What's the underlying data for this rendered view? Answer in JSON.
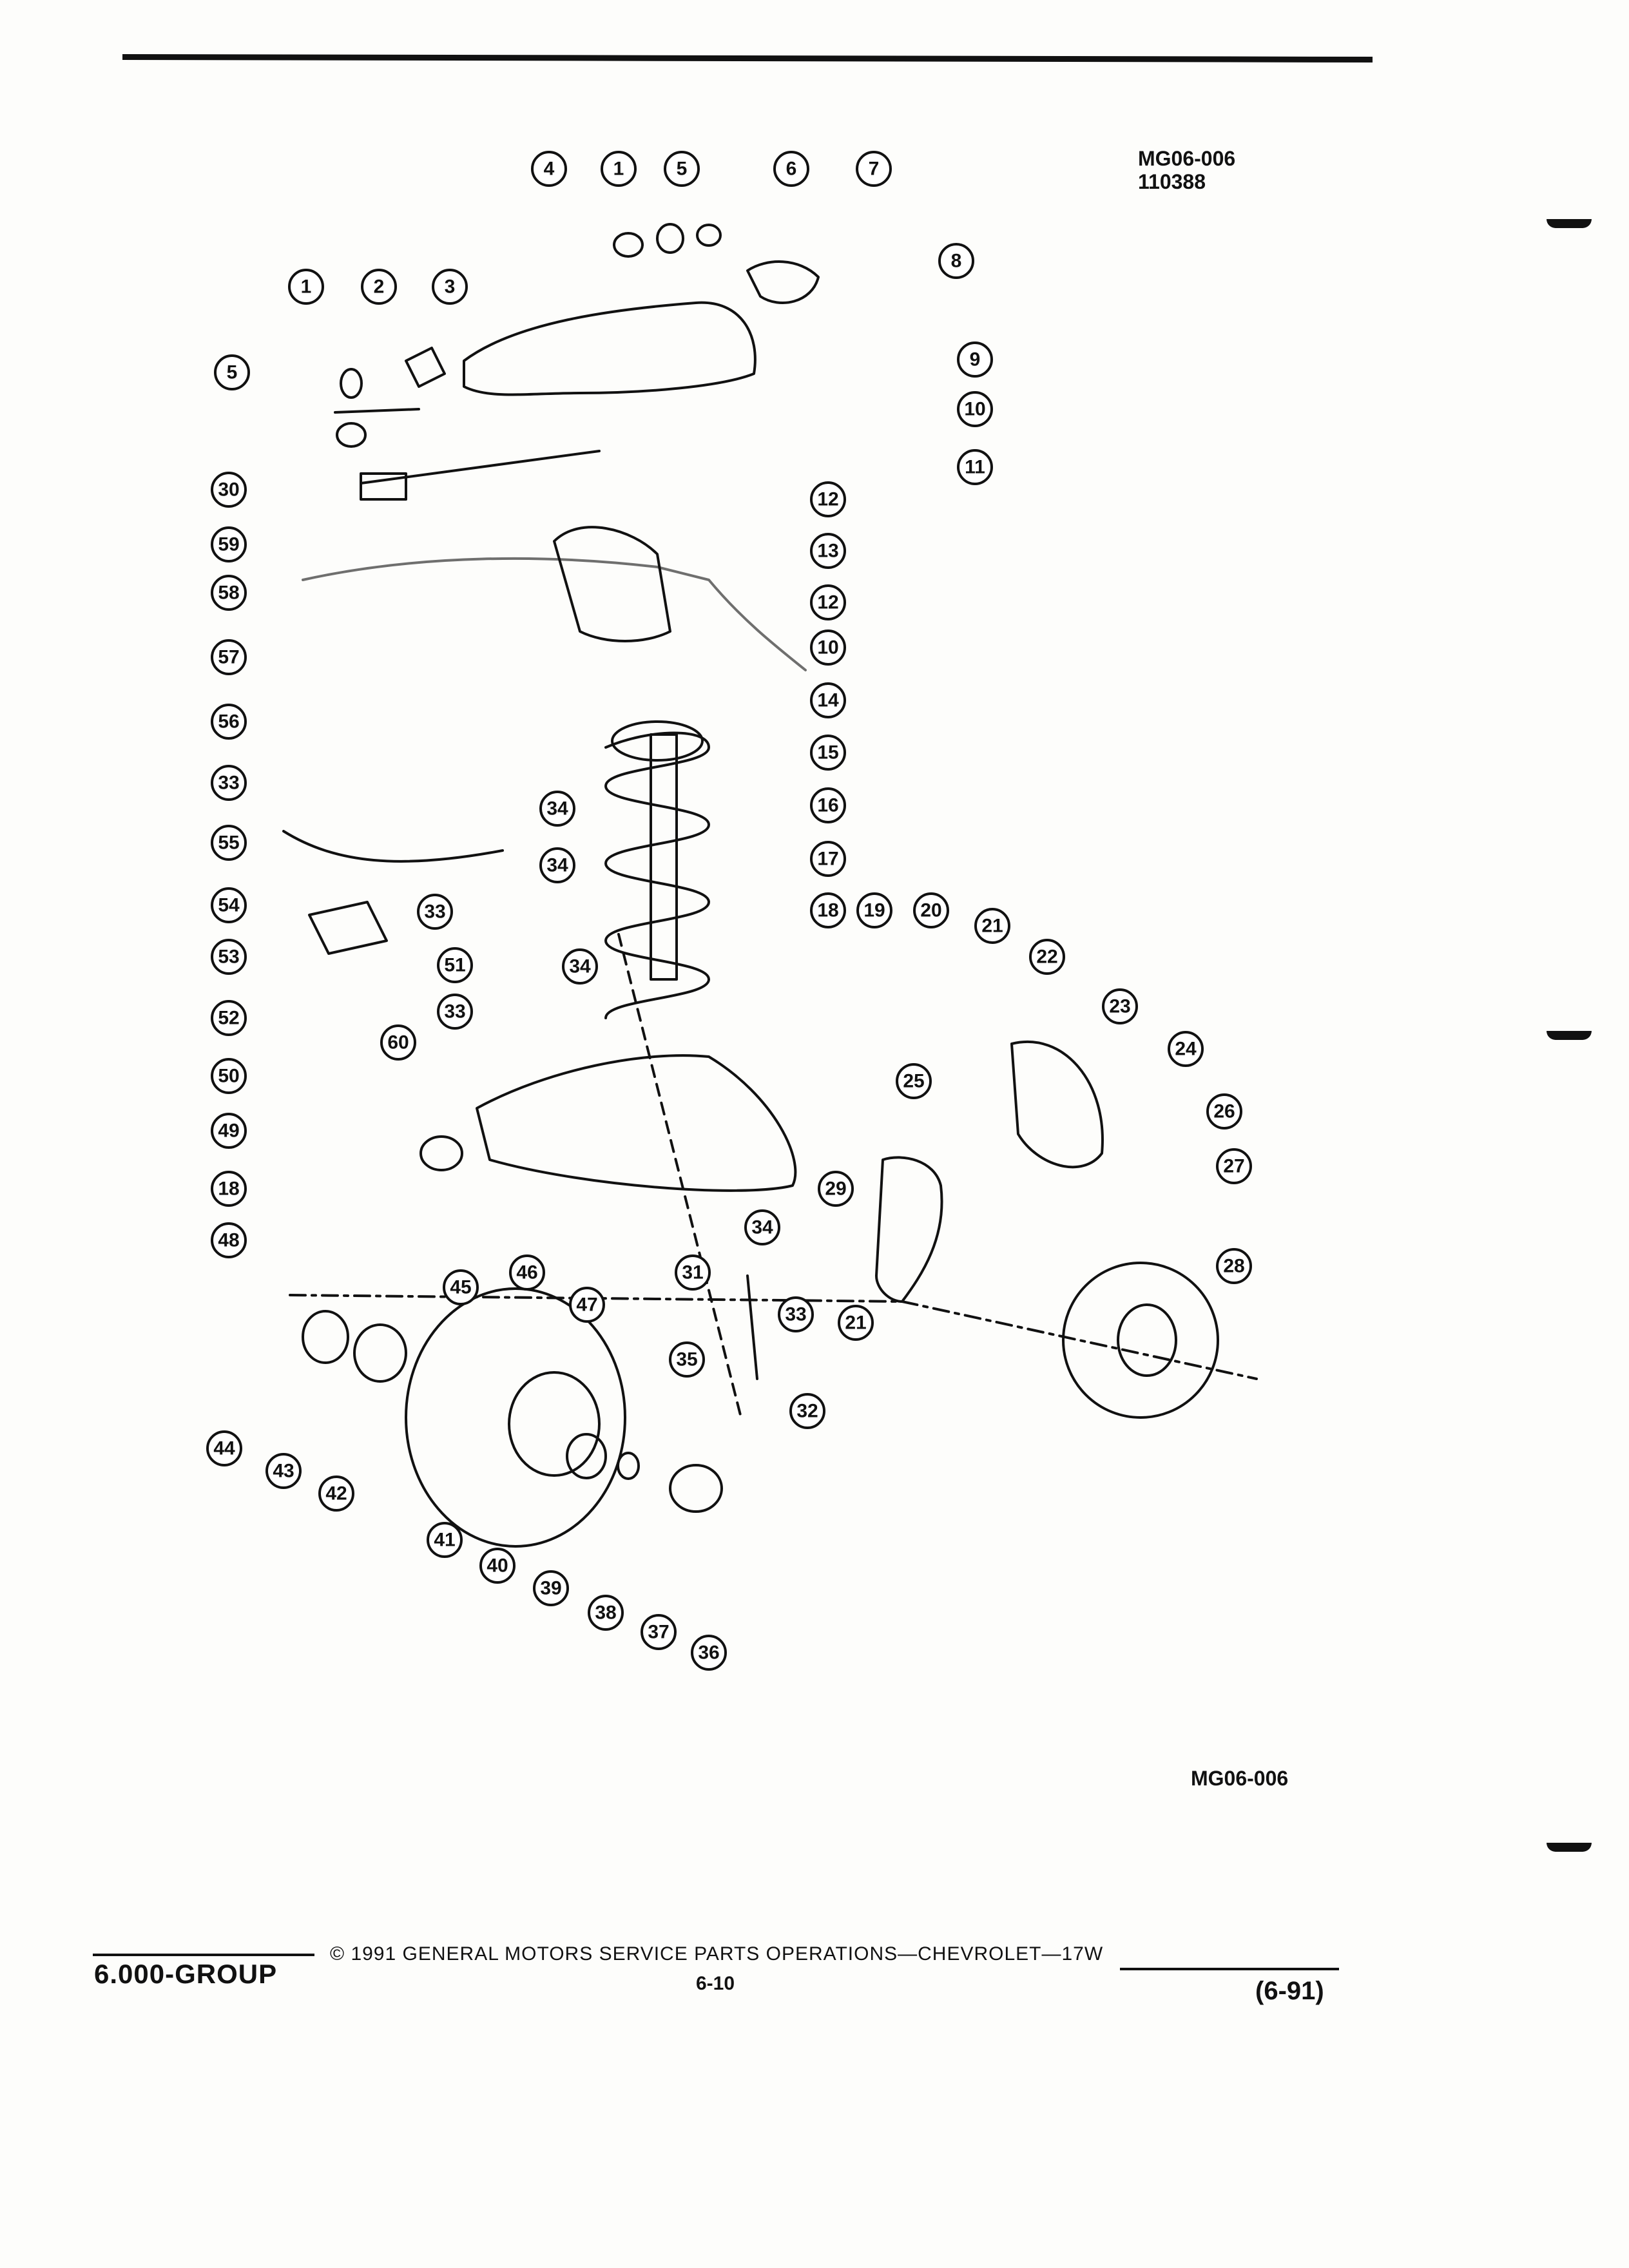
{
  "header": {
    "code": "MG06-006",
    "number": "110388"
  },
  "figure": {
    "label": "MG06-006",
    "callouts": [
      "1",
      "2",
      "3",
      "4",
      "5",
      "6",
      "7",
      "8",
      "9",
      "10",
      "11",
      "12",
      "13",
      "14",
      "15",
      "16",
      "17",
      "18",
      "19",
      "20",
      "21",
      "22",
      "23",
      "24",
      "25",
      "26",
      "27",
      "28",
      "29",
      "30",
      "31",
      "32",
      "33",
      "34",
      "35",
      "36",
      "37",
      "38",
      "39",
      "40",
      "41",
      "42",
      "43",
      "44",
      "45",
      "46",
      "47",
      "48",
      "49",
      "50",
      "51",
      "52",
      "53",
      "54",
      "55",
      "56",
      "57",
      "58",
      "59",
      "60"
    ]
  },
  "footer": {
    "group": "6.000-GROUP",
    "copyright": "© 1991 GENERAL MOTORS SERVICE PARTS OPERATIONS—CHEVROLET—17W",
    "page": "6-10",
    "date": "(6-91)"
  },
  "colors": {
    "ink": "#111111",
    "paper": "#fdfdfb"
  }
}
